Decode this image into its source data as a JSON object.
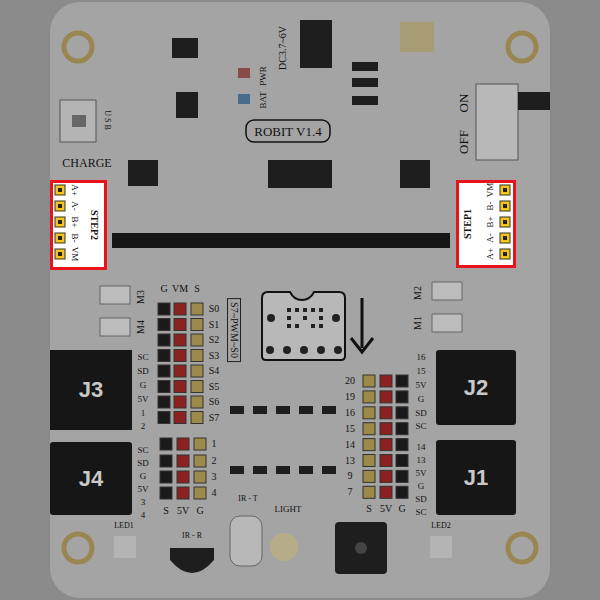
{
  "diagram": {
    "nodes": [
      {
        "text": [
          "STEP2",
          "A+",
          "A-",
          "B+",
          "B-",
          "VM"
        ]
      },
      {
        "text": [
          "STEP1",
          "A+",
          "A-",
          "B+",
          "B-",
          "VM"
        ]
      },
      {
        "text": [
          "J3"
        ]
      },
      {
        "text": [
          "J2"
        ]
      },
      {
        "text": [
          "J4"
        ]
      },
      {
        "text": [
          "J1"
        ]
      }
    ],
    "labels": [
      "U S B",
      "CHARGE",
      "ROBIT V1.4",
      "DC3.7~6V",
      "PWR",
      "BAT",
      "OFF",
      "ON",
      "M3",
      "M4",
      "M2",
      "M1",
      "G",
      "VM",
      "S",
      "S0",
      "S1",
      "S2",
      "S3",
      "S4",
      "S5",
      "S6",
      "S7",
      "S7~PWM~S0",
      "SC",
      "SD",
      "G",
      "5V",
      "1",
      "2",
      "16",
      "15",
      "5V",
      "G",
      "SD",
      "SC",
      "SC",
      "SD",
      "G",
      "5V",
      "3",
      "4",
      "14",
      "13",
      "5V",
      "G",
      "SD",
      "SC",
      "1",
      "2",
      "3",
      "4",
      "S",
      "5V",
      "G",
      "20",
      "19",
      "16",
      "15",
      "14",
      "13",
      "9",
      "7",
      "S",
      "5V",
      "G",
      "IR - T",
      "IR - R",
      "LIGHT",
      "LED1",
      "LED2"
    ]
  }
}
